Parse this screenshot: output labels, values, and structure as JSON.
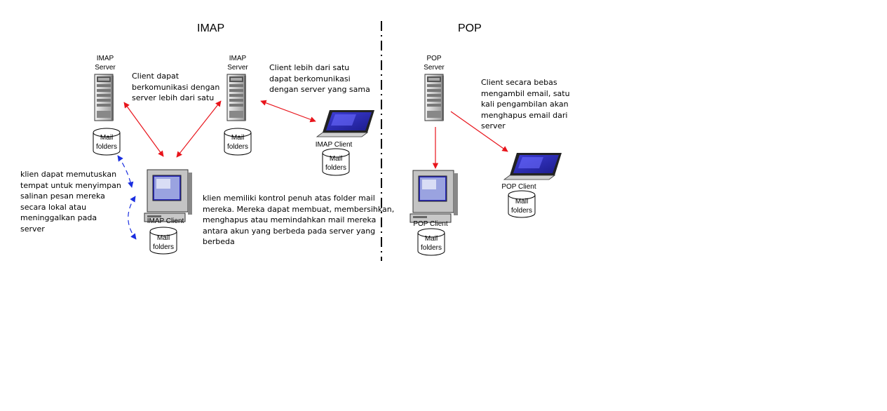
{
  "headers": {
    "imap": "IMAP",
    "pop": "POP"
  },
  "imap_server_1": {
    "label": "IMAP\nServer",
    "db": "Mail\nfolders"
  },
  "imap_server_2": {
    "label": "IMAP\nServer",
    "db": "Mail\nfolders"
  },
  "imap_client_laptop": {
    "label": "IMAP Client",
    "db": "Mail\nfolders"
  },
  "imap_client_desktop": {
    "label": "IMAP Client",
    "db": "Mail\nfolders"
  },
  "pop_server": {
    "label": "POP\nServer"
  },
  "pop_client_desktop": {
    "label": "POP Client",
    "db": "Mail\nfolders"
  },
  "pop_client_laptop": {
    "label": "POP Client",
    "db": "Mail\nfolders"
  },
  "notes": {
    "client_multi_server": "Client dapat\nberkomunikasi dengan\nserver lebih dari satu",
    "multi_client_server": "Client lebih dari satu\ndapat berkomunikasi\ndengan server yang sama",
    "local_storage": "klien dapat memutuskan\ntempat untuk menyimpan\nsalinan pesan mereka\nsecara lokal atau\nmeninggalkan pada\nserver",
    "full_control": "klien memiliki kontrol penuh atas folder mail\nmereka. Mereka dapat membuat, membersihkan,\nmenghapus atau memindahkan mail mereka\nantara akun yang berbeda pada server yang\nberbeda",
    "pop_free": "Client secara bebas\nmengambil email, satu\nkali pengambilan akan\nmenghapus email dari\nserver"
  },
  "colors": {
    "arrow_red": "#e8141b",
    "arrow_blue": "#1a2ee0",
    "screen_blue": "#2929b8",
    "monitor_grey": "#c0c0c0"
  }
}
